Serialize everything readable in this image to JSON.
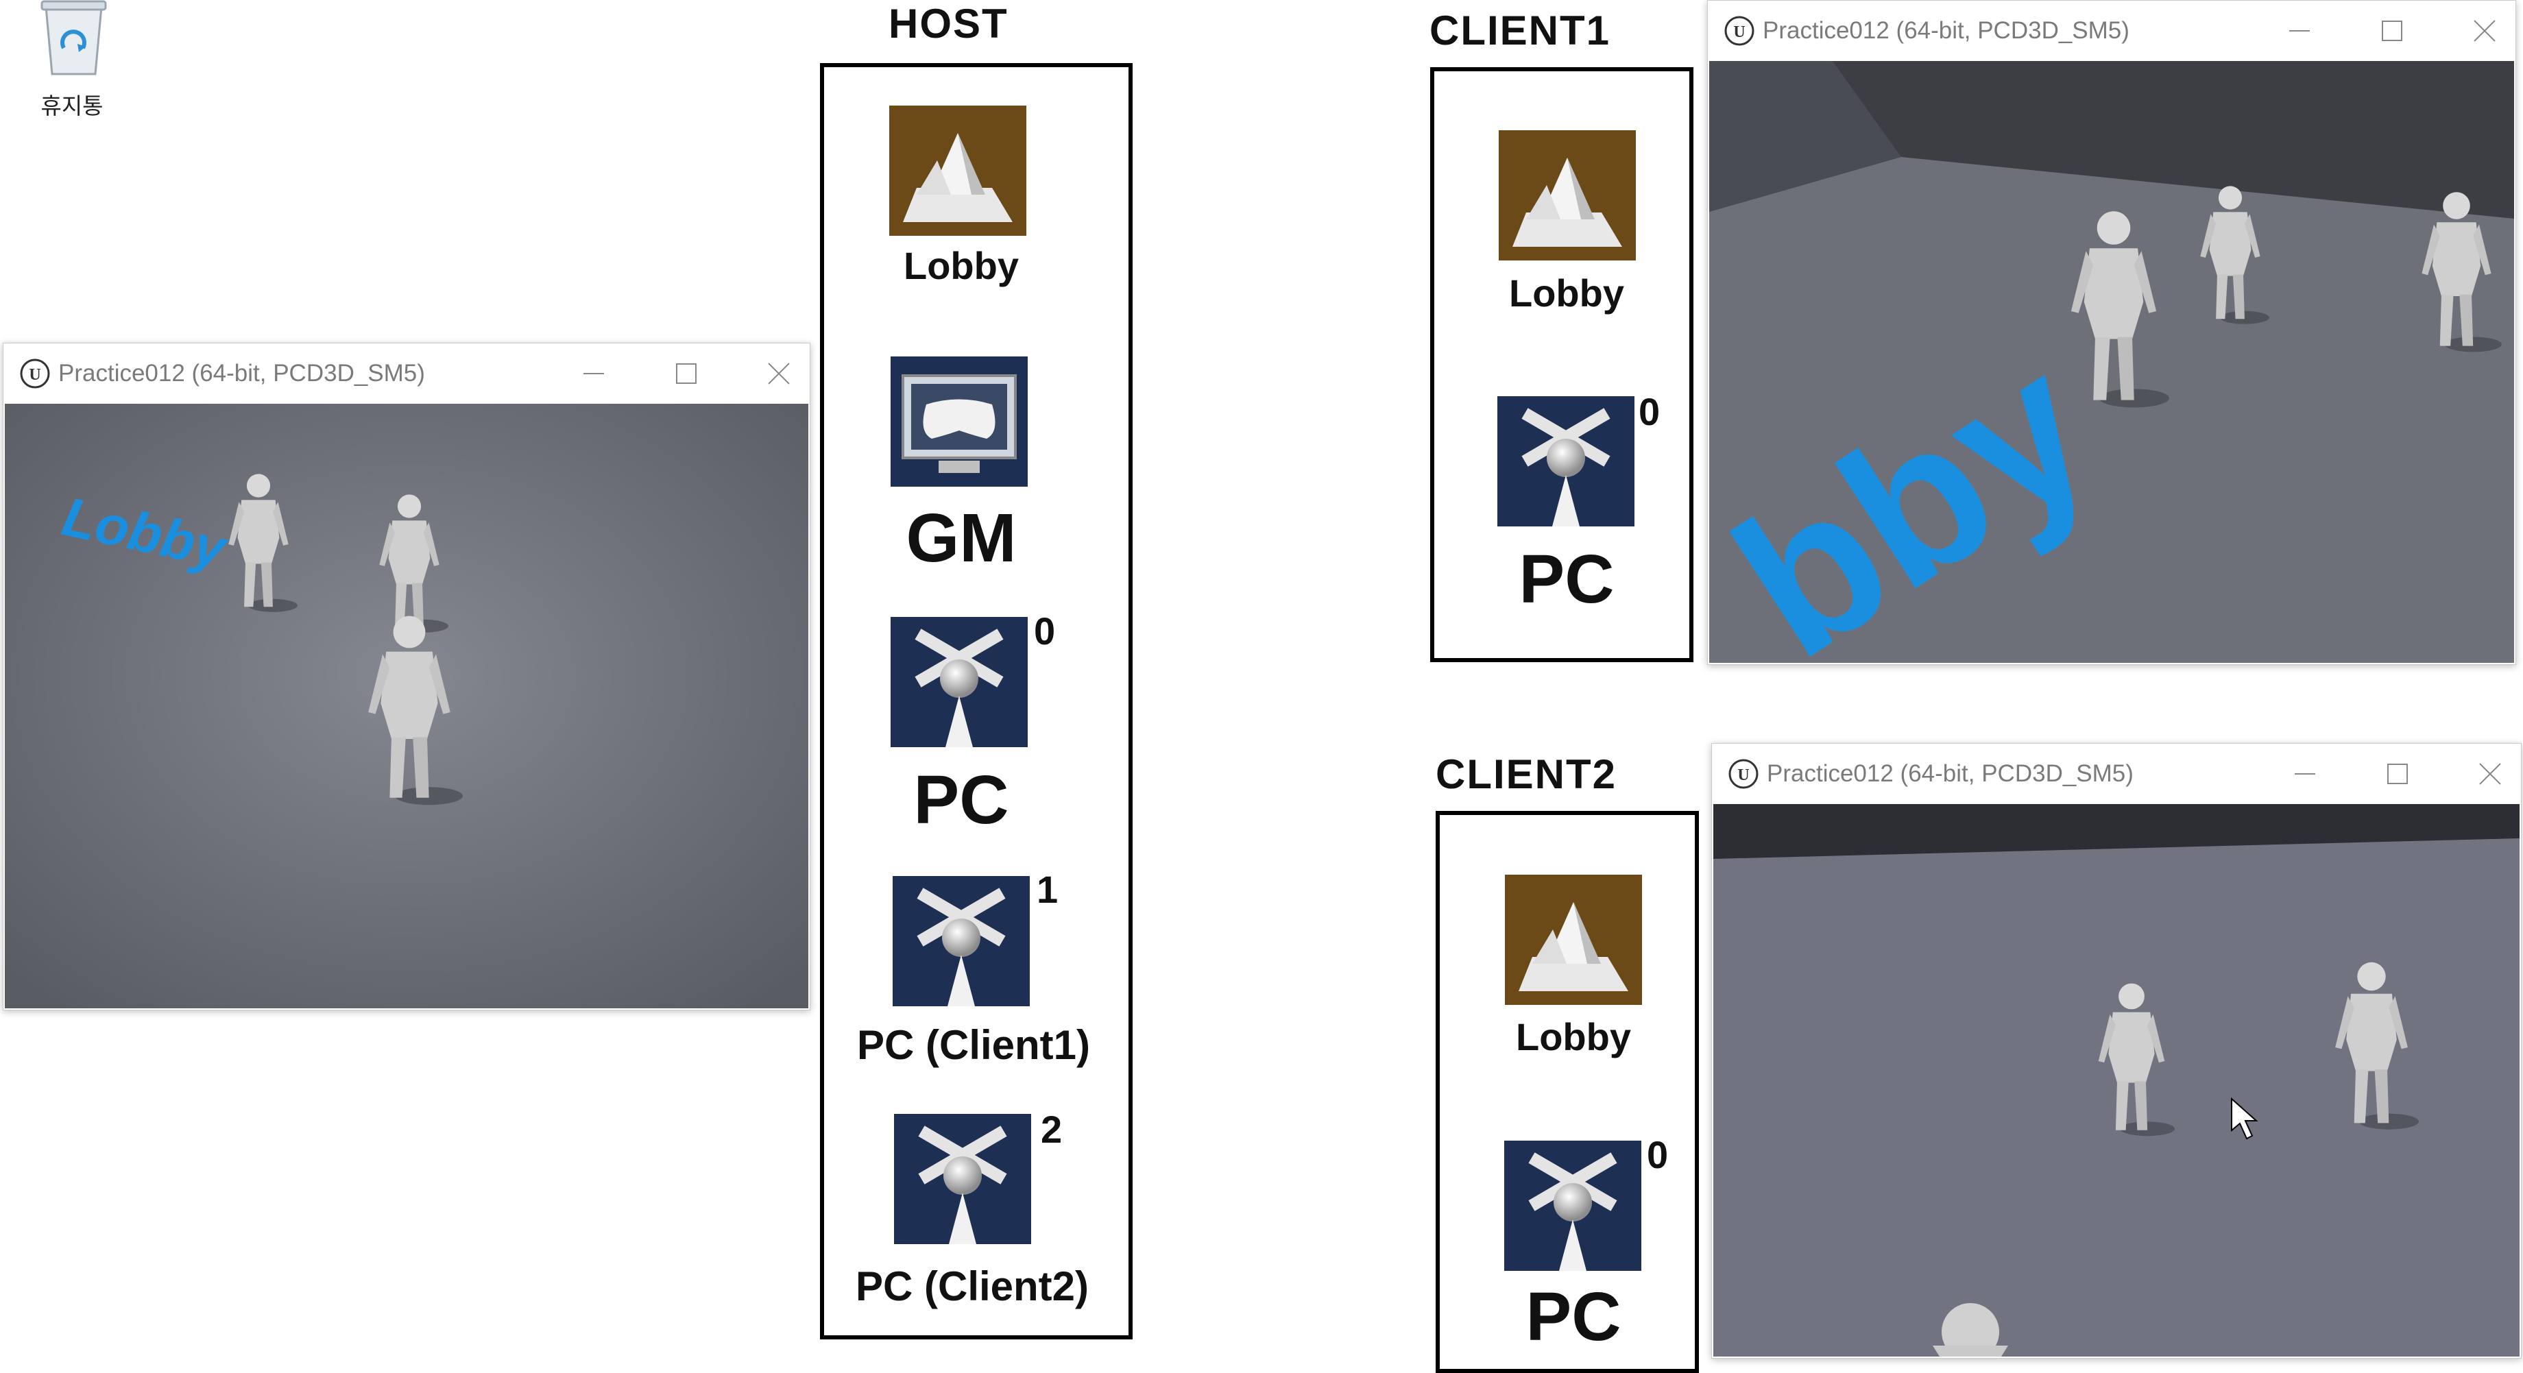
{
  "desktop": {
    "recycle_bin_label": "휴지통"
  },
  "windows": {
    "title": "Practice012 (64-bit, PCD3D_SM5)",
    "floor_text_host": "Lobby",
    "floor_text_client1": "bby"
  },
  "host": {
    "title": "HOST",
    "items": [
      {
        "icon": "level-icon",
        "label": "Lobby"
      },
      {
        "icon": "gamemode-icon",
        "label": "GM"
      },
      {
        "icon": "playercontroller-icon",
        "label": "PC",
        "index": "0"
      },
      {
        "icon": "playercontroller-icon",
        "label": "PC (Client1)",
        "index": "1"
      },
      {
        "icon": "playercontroller-icon",
        "label": "PC (Client2)",
        "index": "2"
      }
    ]
  },
  "client1": {
    "title": "CLIENT1",
    "items": [
      {
        "icon": "level-icon",
        "label": "Lobby"
      },
      {
        "icon": "playercontroller-icon",
        "label": "PC",
        "index": "0"
      }
    ]
  },
  "client2": {
    "title": "CLIENT2",
    "items": [
      {
        "icon": "level-icon",
        "label": "Lobby"
      },
      {
        "icon": "playercontroller-icon",
        "label": "PC",
        "index": "0"
      }
    ]
  },
  "colors": {
    "floor": "#6e7079",
    "wall": "#3c3e44",
    "floor_text": "#1a8fe0",
    "tile_brown": "#6b4a18",
    "tile_navy": "#1d2f52"
  }
}
